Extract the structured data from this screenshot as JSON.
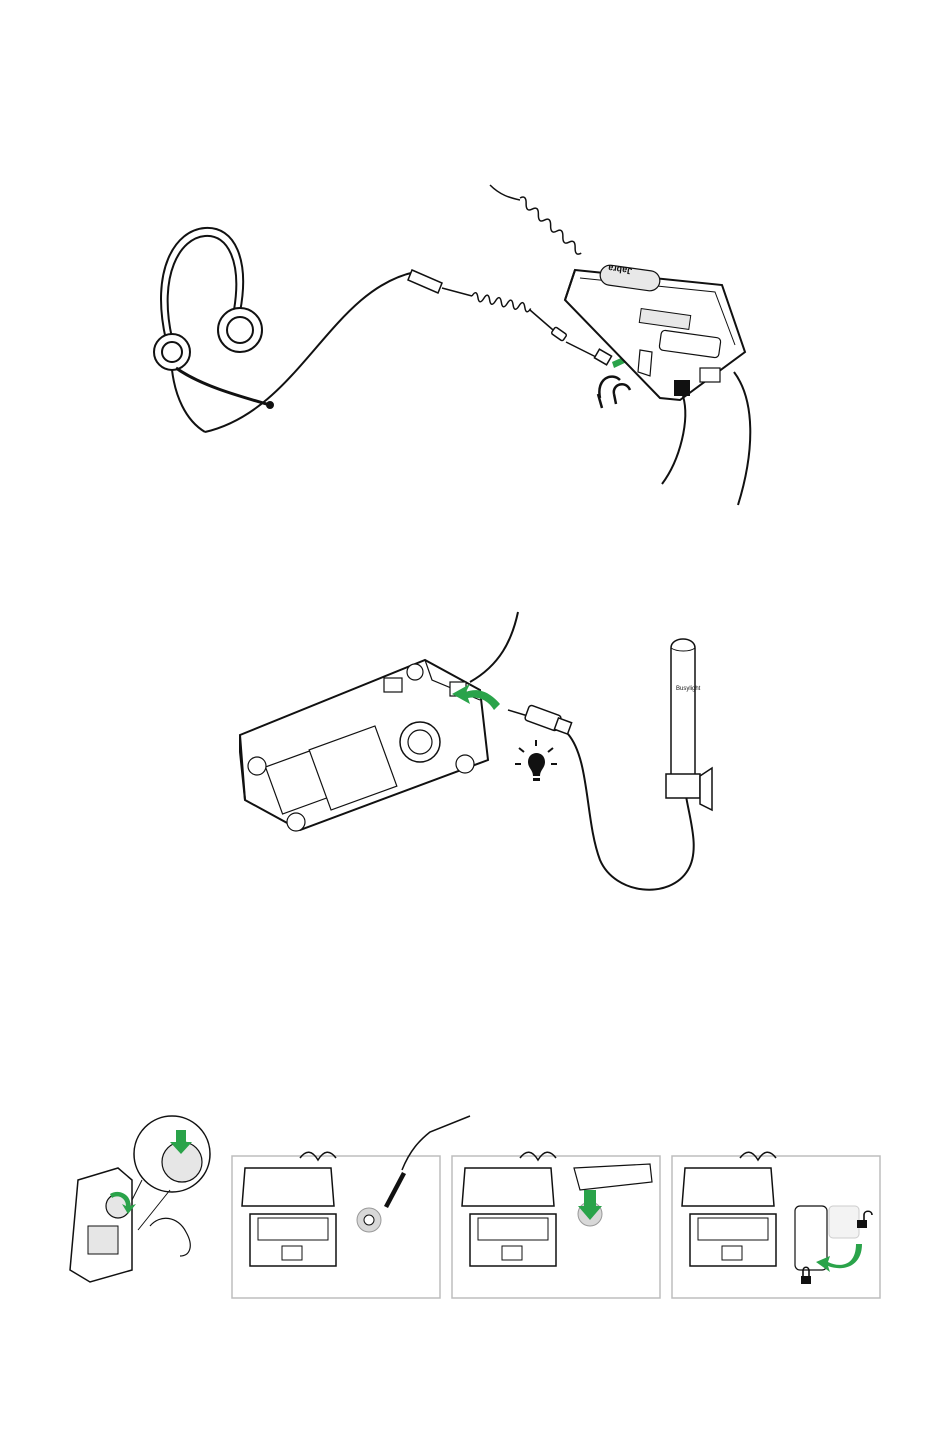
{
  "figure1": {
    "device_logo": "Jabra",
    "connect_arrow_color": "#2aa34a"
  },
  "figure2": {
    "busylight_label": "Busylight",
    "insert_arrow_color": "#2aa34a"
  },
  "figure3": {
    "panels": [
      {
        "name": "remove-cover"
      },
      {
        "name": "attach-screw"
      },
      {
        "name": "place-device"
      },
      {
        "name": "lock-cover"
      }
    ],
    "arrow_color": "#2aa34a"
  },
  "colors": {
    "line": "#111111",
    "accent": "#2aa34a",
    "device_gray": "#cfcfcf",
    "panel_border": "#bdbdbd"
  }
}
